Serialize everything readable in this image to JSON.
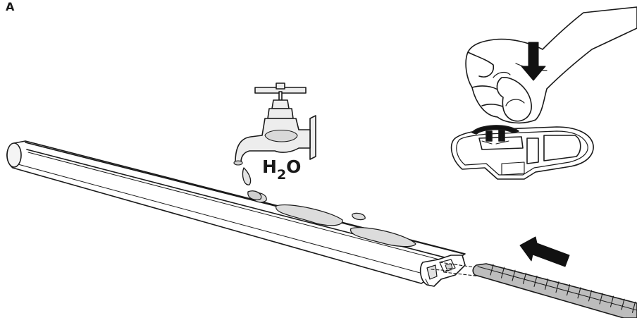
{
  "figure": {
    "label": "A"
  },
  "formula": {
    "element": "H",
    "subscript": "2",
    "tail": "O"
  },
  "icons": [
    "water-tap-icon",
    "water-drop-icon",
    "push-down-arrow-icon",
    "push-left-arrow-icon",
    "hand-icon"
  ],
  "colors": {
    "line": "#1a1a1a",
    "fill": "#ffffff",
    "tap": "#ededed",
    "water": "#dddddd",
    "arrow": "#111111"
  }
}
